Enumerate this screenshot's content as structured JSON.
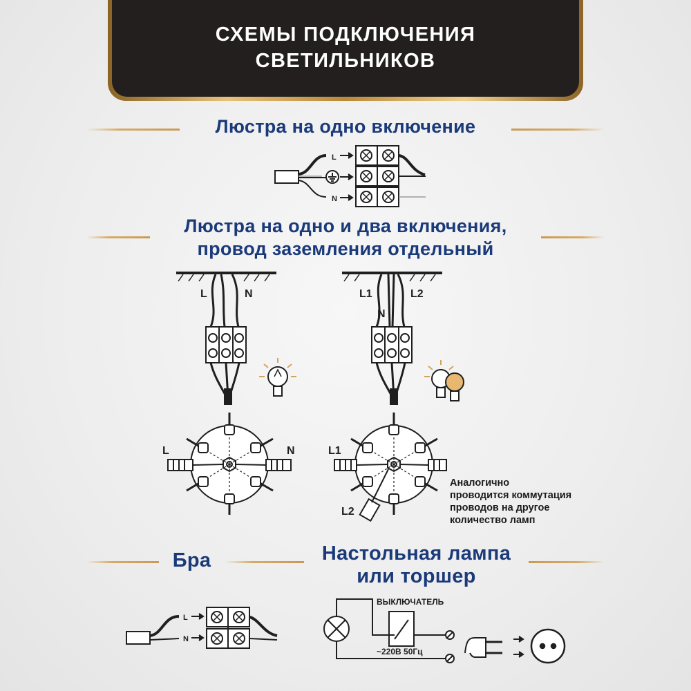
{
  "header": {
    "line1": "СХЕМЫ ПОДКЛЮЧЕНИЯ",
    "line2": "СВЕТИЛЬНИКОВ"
  },
  "sections": {
    "single": {
      "title": "Люстра на одно включение"
    },
    "double": {
      "title_line1": "Люстра на одно и два включения,",
      "title_line2": "провод заземления отдельный"
    },
    "sconce": {
      "title": "Бра"
    },
    "lamp": {
      "title_line1": "Настольная лампа",
      "title_line2": "или торшер"
    }
  },
  "labels": {
    "L": "L",
    "N": "N",
    "L1": "L1",
    "L2": "L2",
    "switch": "ВЫКЛЮЧАТЕЛЬ",
    "voltage": "~220В 50Гц"
  },
  "note": {
    "line1": "Аналогично",
    "line2": "проводится коммутация",
    "line3": "проводов на другое",
    "line4": "количество ламп"
  },
  "colors": {
    "title_blue": "#1b3a7a",
    "gold": "#d2a35e",
    "header_bg": "#231f1f",
    "diagram_ink": "#1f1f1f"
  },
  "icons": [
    "terminal-block-icon",
    "ground-icon",
    "lightbulb-icon",
    "plug-icon",
    "socket-icon",
    "lamp-cross-icon",
    "switch-icon"
  ]
}
